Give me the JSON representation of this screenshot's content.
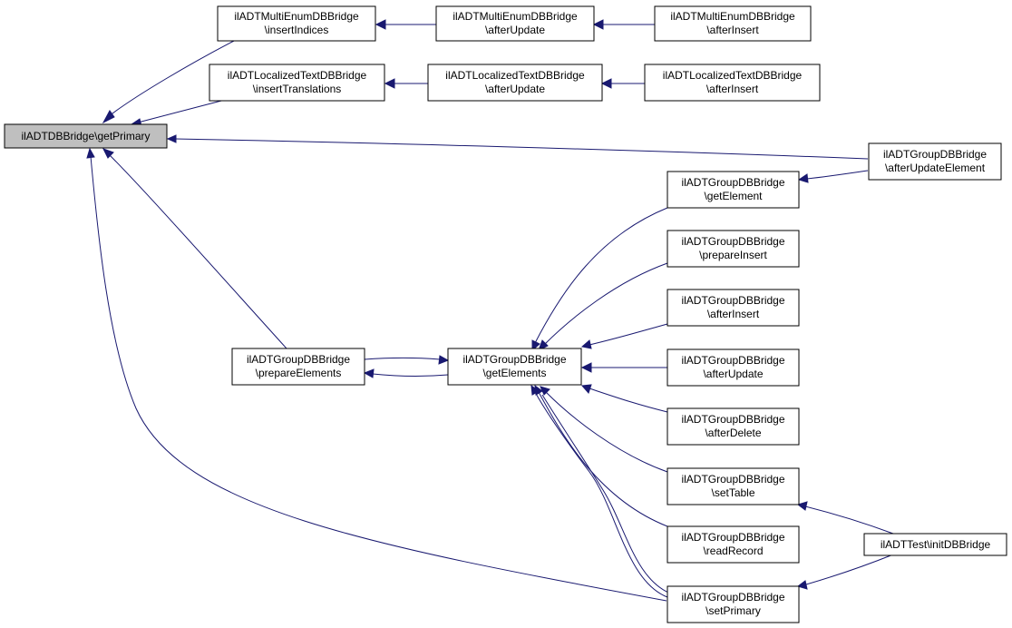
{
  "nodes": {
    "root": {
      "lines": [
        "ilADTDBBridge\\getPrimary"
      ]
    },
    "multienum_insert": {
      "lines": [
        "ilADTMultiEnumDBBridge",
        "\\insertIndices"
      ]
    },
    "multienum_update": {
      "lines": [
        "ilADTMultiEnumDBBridge",
        "\\afterUpdate"
      ]
    },
    "multienum_afterinsert": {
      "lines": [
        "ilADTMultiEnumDBBridge",
        "\\afterInsert"
      ]
    },
    "loctext_insert": {
      "lines": [
        "ilADTLocalizedTextDBBridge",
        "\\insertTranslations"
      ]
    },
    "loctext_update": {
      "lines": [
        "ilADTLocalizedTextDBBridge",
        "\\afterUpdate"
      ]
    },
    "loctext_afterinsert": {
      "lines": [
        "ilADTLocalizedTextDBBridge",
        "\\afterInsert"
      ]
    },
    "group_afterupdateelement": {
      "lines": [
        "ilADTGroupDBBridge",
        "\\afterUpdateElement"
      ]
    },
    "group_getelement": {
      "lines": [
        "ilADTGroupDBBridge",
        "\\getElement"
      ]
    },
    "group_prepareinsert": {
      "lines": [
        "ilADTGroupDBBridge",
        "\\prepareInsert"
      ]
    },
    "group_afterinsert": {
      "lines": [
        "ilADTGroupDBBridge",
        "\\afterInsert"
      ]
    },
    "group_prepareelements": {
      "lines": [
        "ilADTGroupDBBridge",
        "\\prepareElements"
      ]
    },
    "group_getelements": {
      "lines": [
        "ilADTGroupDBBridge",
        "\\getElements"
      ]
    },
    "group_afterupdate": {
      "lines": [
        "ilADTGroupDBBridge",
        "\\afterUpdate"
      ]
    },
    "group_afterdelete": {
      "lines": [
        "ilADTGroupDBBridge",
        "\\afterDelete"
      ]
    },
    "group_settable": {
      "lines": [
        "ilADTGroupDBBridge",
        "\\setTable"
      ]
    },
    "test_initdbbridge": {
      "lines": [
        "ilADTTest\\initDBBridge"
      ]
    },
    "group_readrecord": {
      "lines": [
        "ilADTGroupDBBridge",
        "\\readRecord"
      ]
    },
    "group_setprimary": {
      "lines": [
        "ilADTGroupDBBridge",
        "\\setPrimary"
      ]
    }
  },
  "colors": {
    "edge": "#191970",
    "root_fill": "#bfbfbf",
    "node_fill": "#ffffff",
    "node_border": "#000000"
  }
}
